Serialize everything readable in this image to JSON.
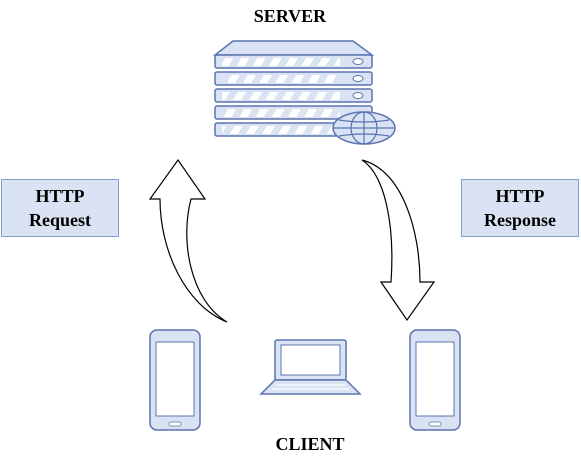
{
  "server": {
    "title": "SERVER"
  },
  "client": {
    "title": "CLIENT"
  },
  "request": {
    "line1": "HTTP",
    "line2": "Request"
  },
  "response": {
    "line1": "HTTP",
    "line2": "Response"
  },
  "colors": {
    "device_fill": "#dae3f3",
    "device_stroke": "#5b74b0",
    "box_fill": "#dae3f3",
    "box_border": "#7f9fcf"
  },
  "icons": [
    "server-rack-icon",
    "globe-icon",
    "smartphone-icon",
    "laptop-icon",
    "arrow-up-icon",
    "arrow-down-icon"
  ]
}
